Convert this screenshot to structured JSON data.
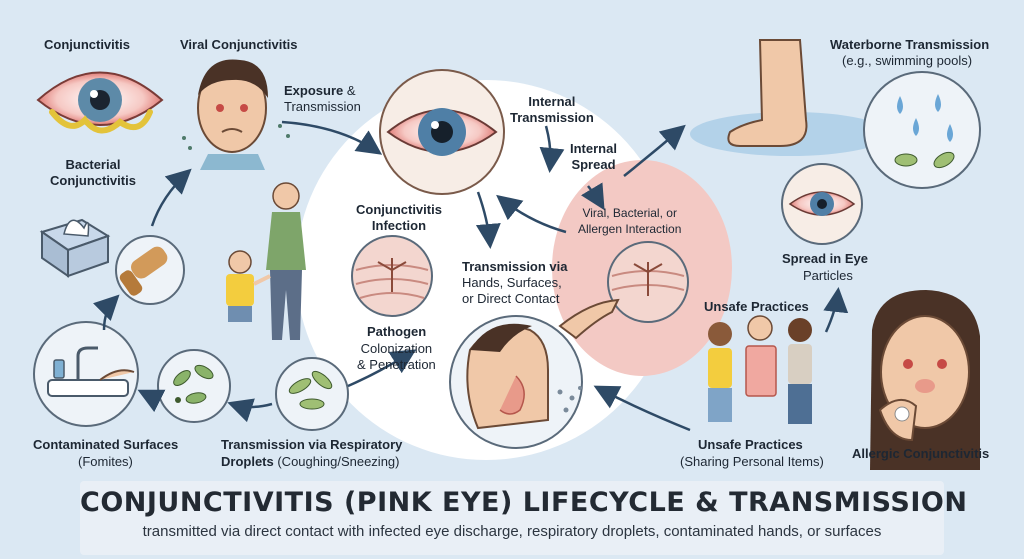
{
  "labels": {
    "conjunctivitis": "Conjunctivitis",
    "viral": "Viral Conjunctivitis",
    "exposure_bold": "Exposure",
    "exposure_rest": " &",
    "exposure_line2": "Transmission",
    "bacterial": "Bacterial\nConjunctivitis",
    "internal_transmission": "Internal\nTransmission",
    "internal_spread": "Internal\nSpread",
    "waterborne": "Waterborne Transmission",
    "waterborne_sub": "(e.g., swimming pools)",
    "infection": "Conjunctivitis\nInfection",
    "interaction": "Viral, Bacterial, or\nAllergen Interaction",
    "spread_eye": "Spread in Eye",
    "spread_eye_sub": "Particles",
    "hands_title": "Transmission via",
    "hands_sub": "Hands, Surfaces,\nor Direct Contact",
    "unsafe_top": "Unsafe Practices",
    "pathogen_title": "Pathogen",
    "pathogen_sub": "Colonization\n& Penetration",
    "contaminated": "Contaminated Surfaces",
    "fomites": "(Fomites)",
    "respiratory": "Transmission via Respiratory",
    "droplets": "Droplets",
    "droplets_sub": " (Coughing/Sneezing)",
    "unsafe_bottom": "Unsafe Practices",
    "sharing": "(Sharing Personal Items)",
    "allergic": "Allergic Conjunctivitis"
  },
  "footer": {
    "title": "CONJUNCTIVITIS (PINK EYE) LIFECYCLE & TRANSMISSION",
    "subtitle": "transmitted via direct contact with infected eye discharge, respiratory droplets, contaminated hands, or surfaces"
  },
  "colors": {
    "background": "#dbe8f3",
    "center_circle": "#ffffff",
    "infection_zone": "#f3c9c4",
    "iris": "#4f7fa6",
    "arrow": "#2e4a66"
  }
}
